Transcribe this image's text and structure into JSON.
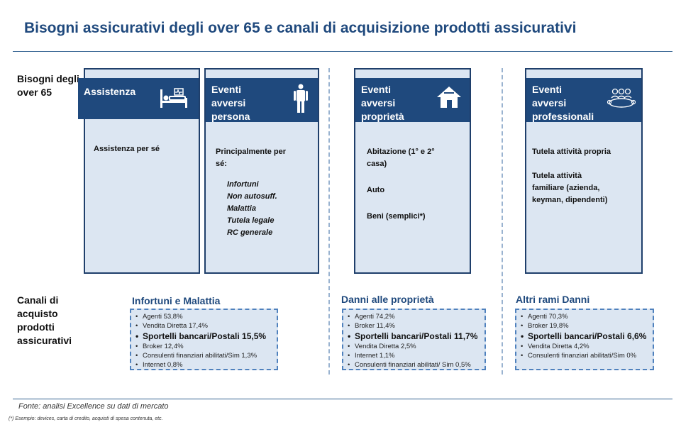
{
  "title": "Bisogni assicurativi degli over 65 e canali di acquisizione prodotti assicurativi",
  "rows": {
    "needs_label_1": "Bisogni degli",
    "needs_label_2": "over 65",
    "channels_label_1": "Canali di",
    "channels_label_2": "acquisto",
    "channels_label_3": "prodotti",
    "channels_label_4": "assicurativi"
  },
  "cards": {
    "assistenza": {
      "title": "Assistenza",
      "icon": "hospital-bed-icon",
      "body": "Assistenza per sé"
    },
    "persona": {
      "title_1": "Eventi",
      "title_2": "avversi",
      "title_3": "persona",
      "icon": "person-icon",
      "intro_1": "Principalmente per",
      "intro_2": "sé:",
      "items": [
        "Infortuni",
        "Non autosuff.",
        "Malattia",
        "Tutela legale",
        "RC generale"
      ]
    },
    "proprieta": {
      "title_1": "Eventi",
      "title_2": "avversi",
      "title_3": "proprietà",
      "icon": "house-icon",
      "line_1": "Abitazione (1° e 2°",
      "line_2": "casa)",
      "line_3": "Auto",
      "line_4": "Beni (semplici*)"
    },
    "professionali": {
      "title_1": "Eventi",
      "title_2": "avversi",
      "title_3": "professionali",
      "icon": "meeting-group-icon",
      "line_1": "Tutela attività propria",
      "line_2": "Tutela attività",
      "line_3": "familiare (azienda,",
      "line_4": "keyman,  dipendenti)"
    }
  },
  "channels": {
    "infortuni": {
      "title": "Infortuni e Malattia",
      "items": [
        {
          "text": "Agenti 53,8%",
          "emphasis": false
        },
        {
          "text": "Vendita Diretta 17,4%",
          "emphasis": false
        },
        {
          "text": "Sportelli bancari/Postali 15,5%",
          "emphasis": true
        },
        {
          "text": "Broker 12,4%",
          "emphasis": false
        },
        {
          "text": "Consulenti finanziari abilitati/Sim 1,3%",
          "emphasis": false
        },
        {
          "text": "Internet 0,8%",
          "emphasis": false
        }
      ]
    },
    "danni": {
      "title": "Danni alle proprietà",
      "items": [
        {
          "text": "Agenti 74,2%",
          "emphasis": false
        },
        {
          "text": "Broker 11,4%",
          "emphasis": false
        },
        {
          "text": "Sportelli bancari/Postali 11,7%",
          "emphasis": true
        },
        {
          "text": "Vendita Diretta 2,5%",
          "emphasis": false
        },
        {
          "text": "Internet 1,1%",
          "emphasis": false
        },
        {
          "text": "Consulenti finanziari abilitati/ Sim 0,5%",
          "emphasis": false
        }
      ]
    },
    "altri": {
      "title": "Altri rami Danni",
      "items": [
        {
          "text": "Agenti 70,3%",
          "emphasis": false
        },
        {
          "text": "Broker 19,8%",
          "emphasis": false
        },
        {
          "text": "Sportelli bancari/Postali 6,6%",
          "emphasis": true
        },
        {
          "text": "Vendita Diretta 4,2%",
          "emphasis": false
        },
        {
          "text": "Consulenti finanziari abilitati/Sim 0%",
          "emphasis": false
        }
      ]
    }
  },
  "footer": {
    "source": "Fonte: analisi Excellence su dati di mercato",
    "note": "(*) Esempio: devices, carta di credito, acquisti di spesa contenuta, etc."
  },
  "colors": {
    "title": "#1f497d",
    "card_header": "#1f497d",
    "card_fill": "#dce6f2",
    "dashed_border": "#4f81bd"
  }
}
